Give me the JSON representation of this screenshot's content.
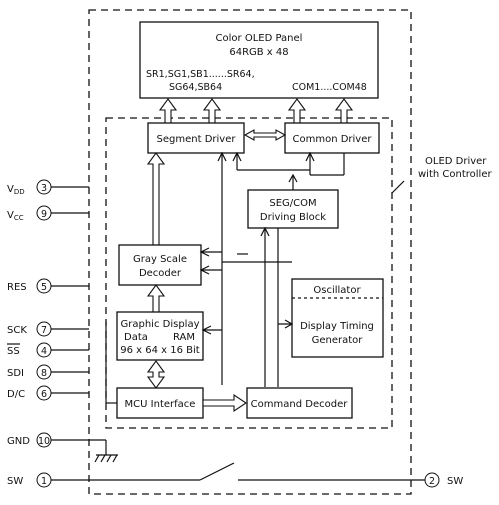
{
  "panel": {
    "line1": "Color OLED Panel",
    "line2": "64RGB x 48",
    "seg_line1": "SR1,SG1,SB1......SR64,",
    "seg_line2": "SG64,SB64",
    "com_label": "COM1....COM48"
  },
  "blocks": {
    "segment_driver": "Segment Driver",
    "common_driver": "Common Driver",
    "segcom_line1": "SEG/COM",
    "segcom_line2": "Driving Block",
    "gray_line1": "Gray Scale",
    "gray_line2": "Decoder",
    "oscillator": "Oscillator",
    "timing_line1": "Display Timing",
    "timing_line2": "Generator",
    "ram_line1": "Graphic Display",
    "ram_line2a": "Data",
    "ram_line2b": "RAM",
    "ram_line3": "96 x 64 x 16 Bit",
    "mcu": "MCU Interface",
    "cmd": "Command Decoder"
  },
  "controller_label": {
    "line1": "OLED Driver",
    "line2": "with Controller"
  },
  "pins": [
    {
      "name": "V",
      "sub": "DD",
      "num": "3"
    },
    {
      "name": "V",
      "sub": "CC",
      "num": "9"
    },
    {
      "name": "RES",
      "sub": "",
      "num": "5"
    },
    {
      "name": "SCK",
      "sub": "",
      "num": "7"
    },
    {
      "name": "SS",
      "sub": "",
      "num": "4"
    },
    {
      "name": "SDI",
      "sub": "",
      "num": "8"
    },
    {
      "name": "D/C",
      "sub": "",
      "num": "6"
    },
    {
      "name": "GND",
      "sub": "",
      "num": "10"
    },
    {
      "name": "SW",
      "sub": "",
      "num": "1"
    }
  ],
  "sw_right": {
    "num": "2",
    "name": "SW"
  }
}
